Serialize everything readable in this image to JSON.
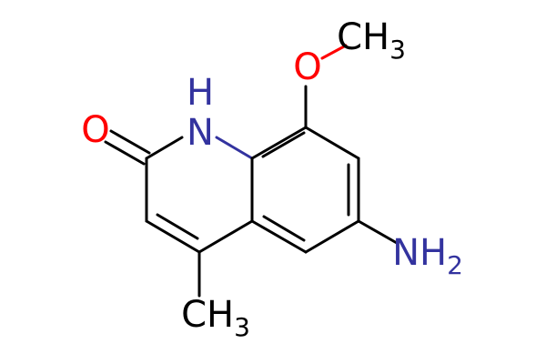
{
  "molecule": {
    "colors": {
      "carbon": "#000000",
      "nitrogen": "#33339f",
      "oxygen": "#ff0000"
    },
    "labels": {
      "carbonyl_o": "O",
      "ring_nh_h": "H",
      "ring_nh_n": "N",
      "methoxy_o": "O",
      "methoxy_ch3_main": "CH",
      "methoxy_ch3_sub": "3",
      "amino_nh2_main": "NH",
      "amino_nh2_sub": "2",
      "methyl_ch3_main": "CH",
      "methyl_ch3_sub": "3"
    }
  }
}
